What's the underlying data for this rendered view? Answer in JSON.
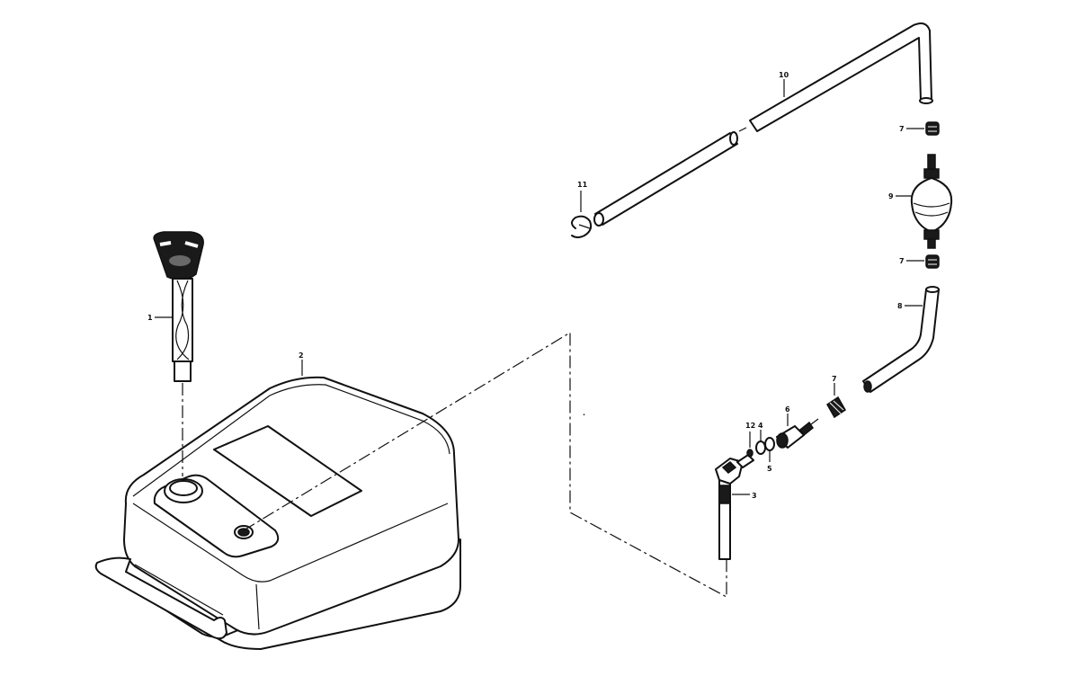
{
  "callouts": {
    "fuel_gauge": "1",
    "fuel_tank": "2",
    "fuel_pickup": "3",
    "o_ring_4": "4",
    "o_ring_5": "5",
    "connector": "6",
    "clamp_top": "7",
    "clamp_mid": "7",
    "clamp_low": "7",
    "hose_short": "8",
    "primer_bulb": "9",
    "hose_long": "10",
    "hose_clip": "11",
    "washer": "12"
  }
}
